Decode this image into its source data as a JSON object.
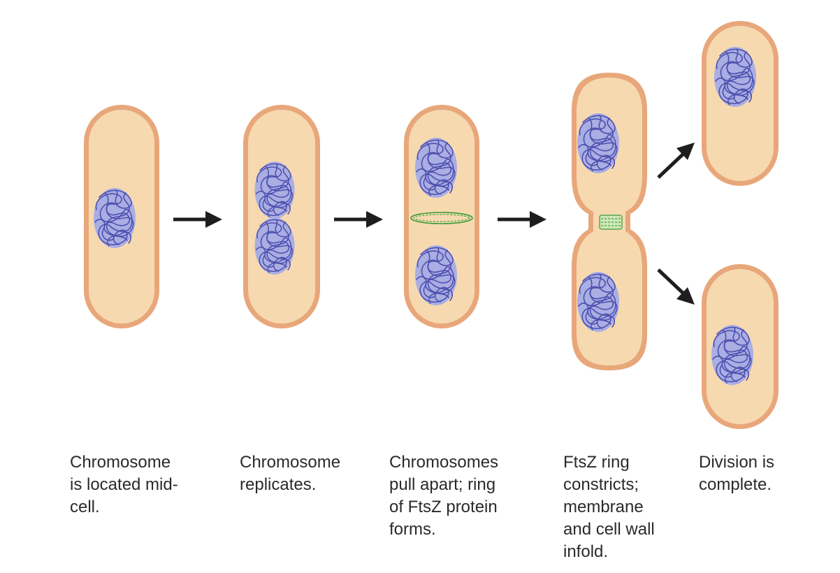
{
  "captions": {
    "stage1": "Chromosome\nis located mid-\ncell.",
    "stage2": "Chromosome\nreplicates.",
    "stage3": "Chromosomes\npull apart; ring\nof FtsZ protein\nforms.",
    "stage4": "FtsZ ring\nconstricts;\nmembrane\nand cell wall\ninfold.",
    "stage5": "Division is\ncomplete."
  },
  "colors": {
    "cell_wall": "#e8a77a",
    "cytoplasm": "#f7d9b0",
    "chromosome_fill": "#a9aee3",
    "chromosome_strand": "#4e4fae",
    "ftsz_ring": "#3a9a3a",
    "arrow": "#1e1e1e"
  }
}
